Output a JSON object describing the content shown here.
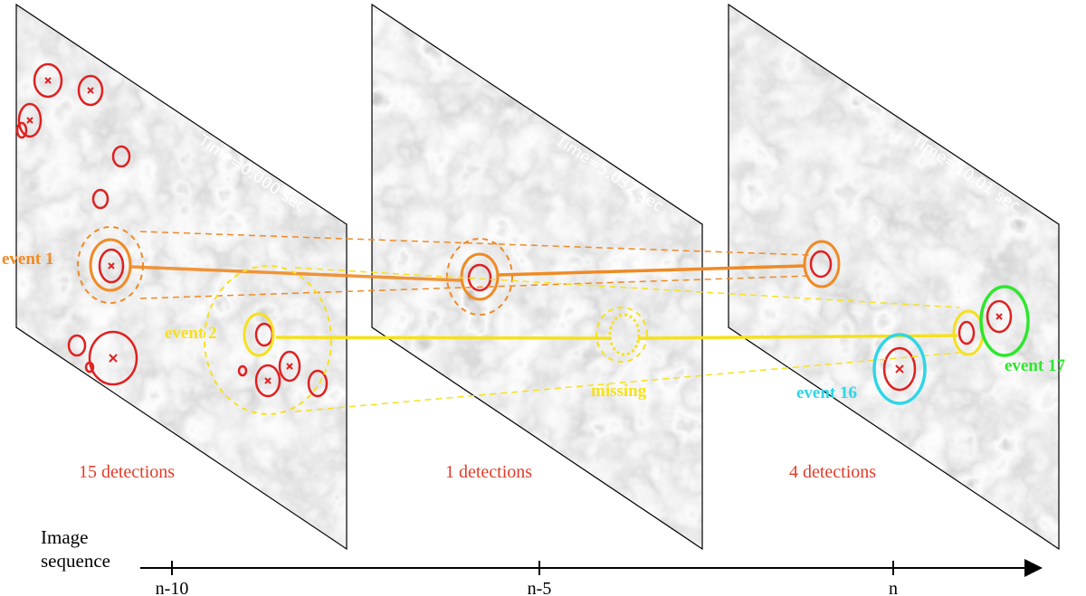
{
  "frames": [
    {
      "time": "Time=0.000 sec",
      "detections": "15 detections"
    },
    {
      "time": "Time=5.032 sec",
      "detections": "1 detections"
    },
    {
      "time": "Time=10.01 sec",
      "detections": "4 detections"
    }
  ],
  "events": {
    "event1": "event 1",
    "event2": "event 2",
    "event16": "event 16",
    "event17": "event 17",
    "missing": "missing"
  },
  "axis": {
    "label_line1": "Image",
    "label_line2": "sequence",
    "ticks": [
      "n-10",
      "n-5",
      "n"
    ]
  },
  "colors": {
    "detection": "#e02020",
    "event1": "#f08a24",
    "event2": "#f5e11e",
    "event16": "#2fd6e6",
    "event17": "#2ee62e",
    "detections_text": "#e03c2a"
  }
}
